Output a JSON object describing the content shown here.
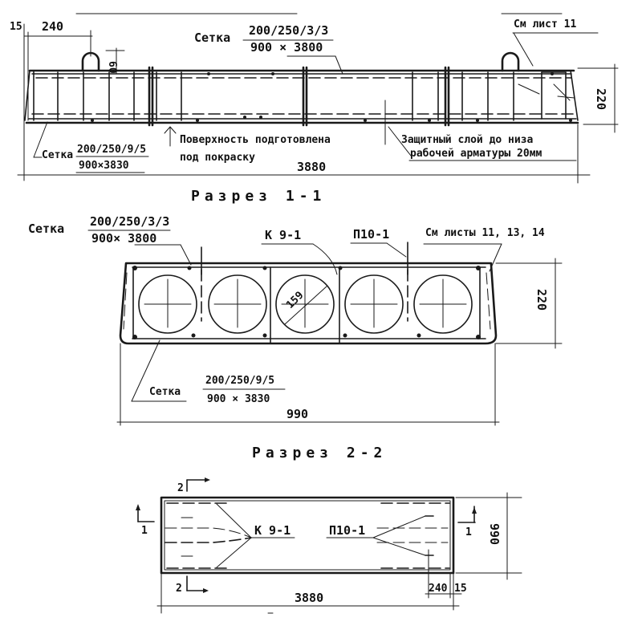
{
  "elevation": {
    "mesh_top": {
      "prefix": "Сетка",
      "numerator": "200/250/3/3",
      "denominator": "900 × 3800"
    },
    "mesh_bottom": {
      "prefix": "Сетка",
      "numerator": "200/250/9/5",
      "denominator": "900×3830"
    },
    "ref_sheet": "См лист 11",
    "surface_note_line1": "Поверхность подготовлена",
    "surface_note_line2": "под покраску",
    "cover_note_line1": "Защитный слой до низа",
    "cover_note_line2": "рабочей арматуры 20мм",
    "dim_edge": "15",
    "dim_loop_offset": "240",
    "dim_loop_height": "60",
    "dim_height": "220",
    "dim_length": "3880"
  },
  "section_1": {
    "title": "Разрез 1-1",
    "mesh_top": {
      "prefix": "Сетка",
      "numerator": "200/250/3/3",
      "denominator": "900× 3800"
    },
    "mesh_bottom": {
      "prefix": "Сетка",
      "numerator": "200/250/9/5",
      "denominator": "900 × 3830"
    },
    "frame_label": "К 9-1",
    "loop_label": "П10-1",
    "ref_sheets": "См листы 11, 13, 14",
    "void_diameter": "159",
    "void_count": 5,
    "dim_height": "220",
    "dim_width": "990"
  },
  "section_2": {
    "title": "Разрез 2-2",
    "frame_label": "К 9-1",
    "loop_label": "П10-1",
    "cut_mark_1": "1",
    "cut_mark_2": "2",
    "dim_width": "990",
    "dim_length": "3880",
    "dim_loop_offset": "240",
    "dim_edge": "15"
  }
}
